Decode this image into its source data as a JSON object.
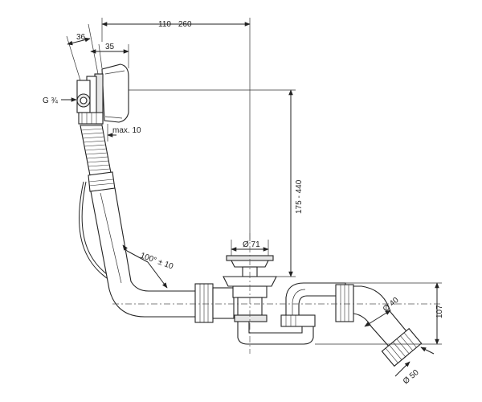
{
  "dimensions": {
    "width_range": "110 - 260",
    "overflow_width": "36",
    "cap_width": "35",
    "thread": "G ¾",
    "wall_max": "max. 10",
    "height_range": "175 - 440",
    "drain_diameter": "Ø 71",
    "bend_angle": "100° ± 10",
    "pipe_diameter_40": "Ø 40",
    "pipe_diameter_50": "Ø 50",
    "trap_height": "107"
  }
}
